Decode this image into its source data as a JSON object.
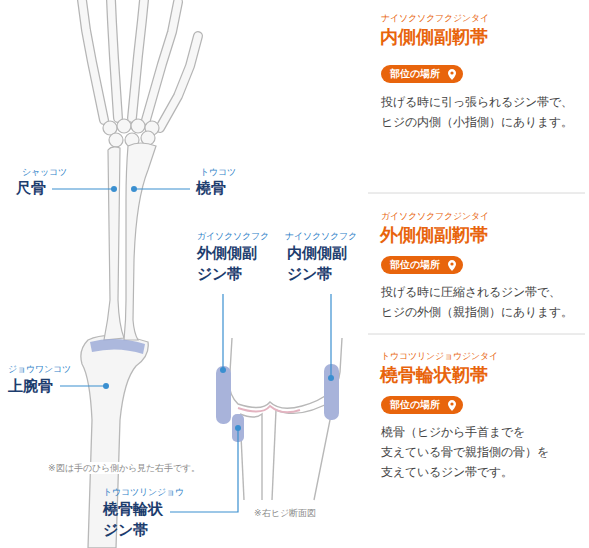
{
  "diagram": {
    "nodes": [
      {
        "text": [
          "部位の場所"
        ]
      },
      {
        "text": [
          "部位の場所"
        ]
      },
      {
        "text": [
          "部位の場所"
        ]
      }
    ],
    "labels": [
      "シャッコツ",
      "尺骨",
      "トウコツ",
      "橈骨",
      "ジョウワンコツ",
      "上腕骨",
      "※図は手のひら側から見た右手です。",
      "ガイソクソクフク",
      "外側側副 ジン帯",
      "ナイソクソクフク",
      "内側側副 ジン帯",
      "トウコツリンジョウ",
      "橈骨輪状 ジン帯",
      "※右ヒジ断面図",
      "ナイソクソクフクジンタイ",
      "内側側副靭帯",
      "投げる時に引っ張られるジン帯で、 ヒジの内側（小指側）にあります。",
      "ガイソクソクフクジンタイ",
      "外側側副靭帯",
      "投げる時に圧縮されるジン帯で、 ヒジの外側（親指側）にあります。",
      "トウコツリンジョウジンタイ",
      "橈骨輪状靭帯",
      "橈骨（ヒジから手首までを 支えている骨で親指側の骨）を 支えているジン帯です。"
    ]
  }
}
